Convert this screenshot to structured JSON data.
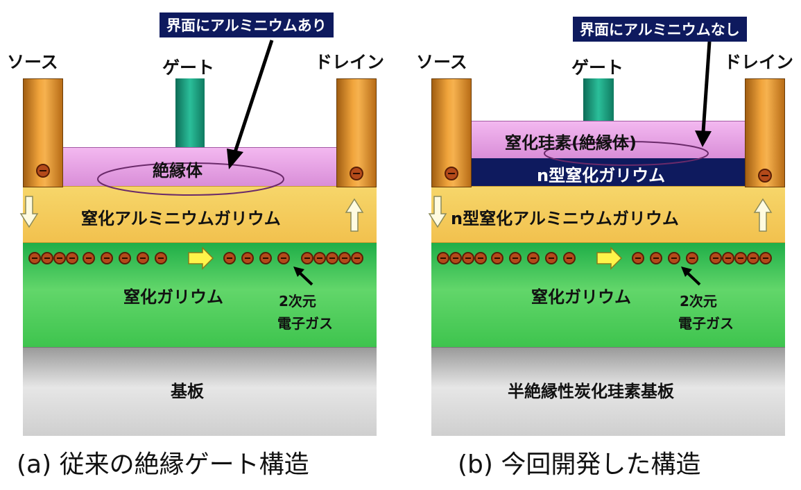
{
  "panel_a": {
    "callout": "界面にアルミニウムあり",
    "source": "ソース",
    "gate": "ゲート",
    "drain": "ドレイン",
    "insulator": "絶縁体",
    "barrier": "窒化アルミニウムガリウム",
    "channel": "窒化ガリウム",
    "electron_gas_line1": "2次元",
    "electron_gas_line2": "電子ガス",
    "substrate": "基板",
    "caption": "(a) 従来の絶縁ゲート構造"
  },
  "panel_b": {
    "callout": "界面にアルミニウムなし",
    "source": "ソース",
    "gate": "ゲート",
    "drain": "ドレイン",
    "insulator": "窒化珪素(絶縁体)",
    "ntype_layer": "n型窒化ガリウム",
    "barrier": "n型窒化アルミニウムガリウム",
    "channel": "窒化ガリウム",
    "electron_gas_line1": "2次元",
    "electron_gas_line2": "電子ガス",
    "substrate": "半絶縁性炭化珪素基板",
    "caption": "(b) 今回開発した構造"
  },
  "colors": {
    "electrode": "#f0a43c",
    "gate": "#2bbf9a",
    "insulator": "#e6a6e4",
    "ntype_gan": "#0e1a5e",
    "algan": "#f4cc5a",
    "gan": "#4ccc5a",
    "substrate": "#cfcfcf",
    "electron": "#b44a1a",
    "callout_box": "#0e1a5e"
  }
}
